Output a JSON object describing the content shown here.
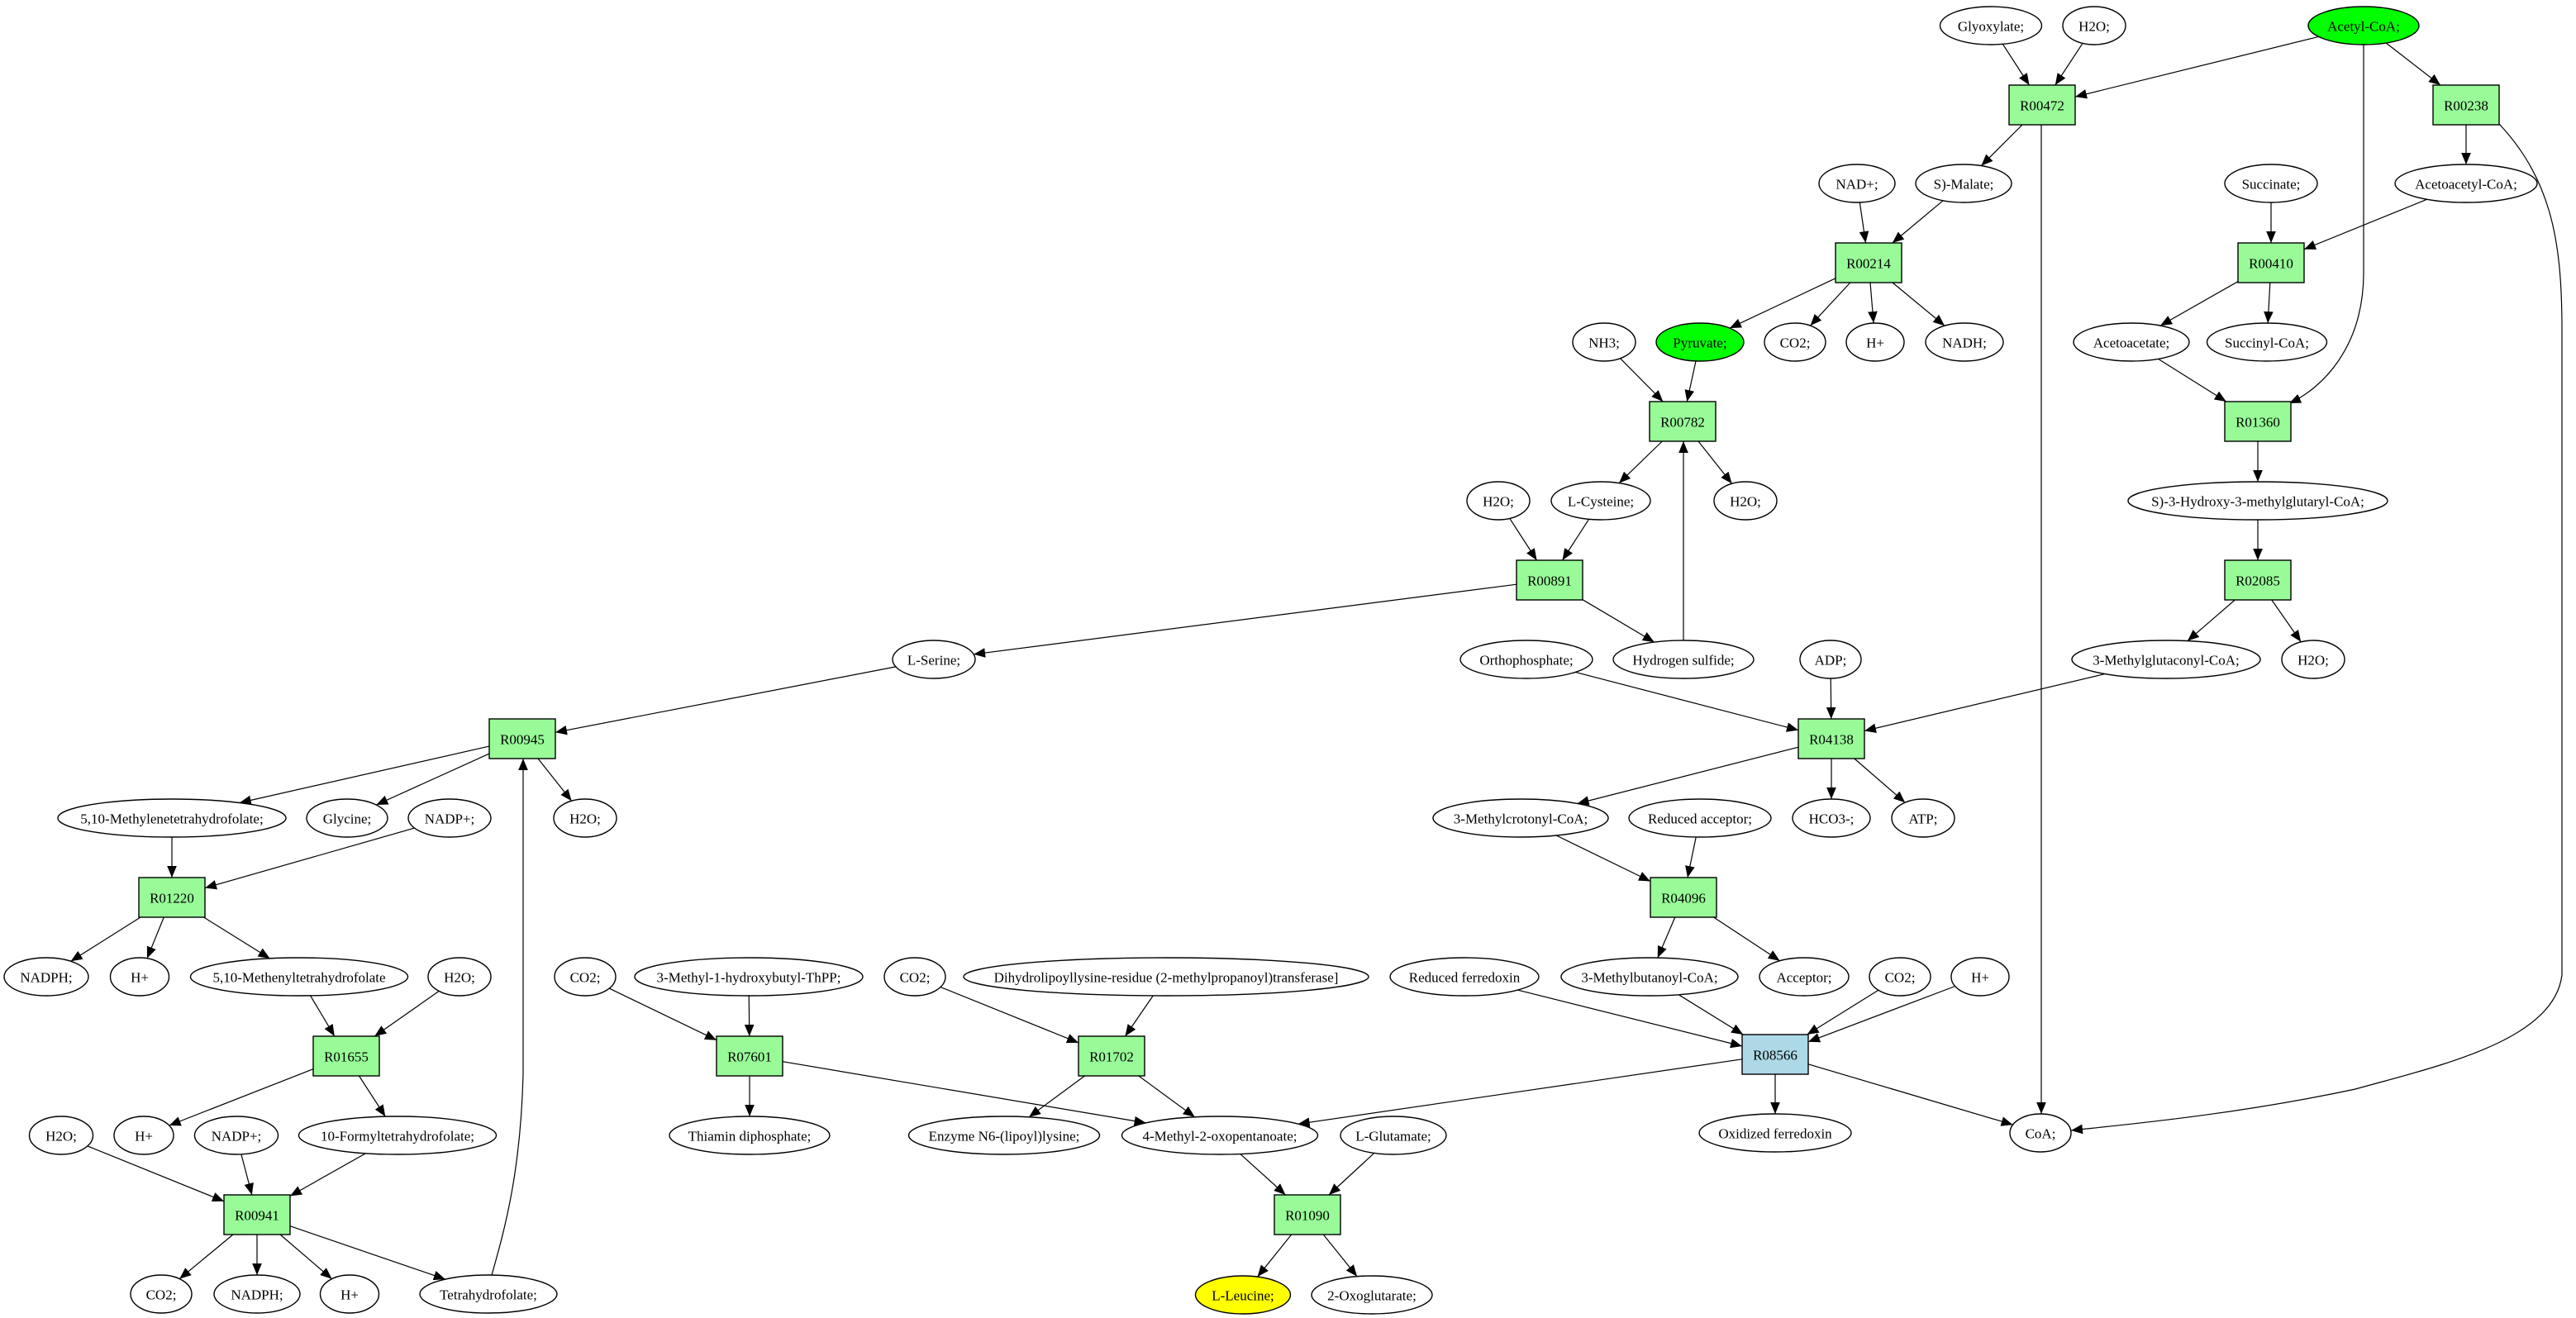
{
  "diagram": {
    "type": "metabolic-pathway-graph",
    "colors": {
      "reaction": "#98fb98",
      "reaction_highlight": "#add8e6",
      "start_compound": "#00ff00",
      "target_compound": "#ffff00",
      "compound": "#ffffff",
      "stroke": "#000000"
    },
    "nodes": [
      {
        "id": "glyoxylate",
        "label": "Glyoxylate;",
        "kind": "compound"
      },
      {
        "id": "h2o_1",
        "label": "H2O;",
        "kind": "compound"
      },
      {
        "id": "acetylcoa",
        "label": "Acetyl-CoA;",
        "kind": "start_compound"
      },
      {
        "id": "R00472",
        "label": "R00472",
        "kind": "reaction"
      },
      {
        "id": "R00238",
        "label": "R00238",
        "kind": "reaction"
      },
      {
        "id": "nadp_top",
        "label": "NAD+;",
        "kind": "compound"
      },
      {
        "id": "smalate",
        "label": "S)-Malate;",
        "kind": "compound"
      },
      {
        "id": "succinate",
        "label": "Succinate;",
        "kind": "compound"
      },
      {
        "id": "acetoacetylcoa",
        "label": "Acetoacetyl-CoA;",
        "kind": "compound"
      },
      {
        "id": "R00214",
        "label": "R00214",
        "kind": "reaction"
      },
      {
        "id": "R00410",
        "label": "R00410",
        "kind": "reaction"
      },
      {
        "id": "nh3",
        "label": "NH3;",
        "kind": "compound"
      },
      {
        "id": "pyruvate",
        "label": "Pyruvate;",
        "kind": "start_compound"
      },
      {
        "id": "co2_1",
        "label": "CO2;",
        "kind": "compound"
      },
      {
        "id": "hplus_1",
        "label": "H+",
        "kind": "compound"
      },
      {
        "id": "nadh",
        "label": "NADH;",
        "kind": "compound"
      },
      {
        "id": "acetoacetate",
        "label": "Acetoacetate;",
        "kind": "compound"
      },
      {
        "id": "succinylcoa",
        "label": "Succinyl-CoA;",
        "kind": "compound"
      },
      {
        "id": "R00782",
        "label": "R00782",
        "kind": "reaction"
      },
      {
        "id": "R01360",
        "label": "R01360",
        "kind": "reaction"
      },
      {
        "id": "h2o_2",
        "label": "H2O;",
        "kind": "compound"
      },
      {
        "id": "lcysteine",
        "label": "L-Cysteine;",
        "kind": "compound"
      },
      {
        "id": "h2o_3",
        "label": "H2O;",
        "kind": "compound"
      },
      {
        "id": "hmgcoa",
        "label": "S)-3-Hydroxy-3-methylglutaryl-CoA;",
        "kind": "compound"
      },
      {
        "id": "R00891",
        "label": "R00891",
        "kind": "reaction"
      },
      {
        "id": "R02085",
        "label": "R02085",
        "kind": "reaction"
      },
      {
        "id": "lserine",
        "label": "L-Serine;",
        "kind": "compound"
      },
      {
        "id": "orthophosphate",
        "label": "Orthophosphate;",
        "kind": "compound"
      },
      {
        "id": "h2s",
        "label": "Hydrogen sulfide;",
        "kind": "compound"
      },
      {
        "id": "adp",
        "label": "ADP;",
        "kind": "compound"
      },
      {
        "id": "mglutaconylcoa",
        "label": "3-Methylglutaconyl-CoA;",
        "kind": "compound"
      },
      {
        "id": "h2o_4",
        "label": "H2O;",
        "kind": "compound"
      },
      {
        "id": "R00945",
        "label": "R00945",
        "kind": "reaction"
      },
      {
        "id": "R04138",
        "label": "R04138",
        "kind": "reaction"
      },
      {
        "id": "methylenethf",
        "label": "5,10-Methylenetetrahydrofolate;",
        "kind": "compound"
      },
      {
        "id": "glycine",
        "label": "Glycine;",
        "kind": "compound"
      },
      {
        "id": "nadpplus_1",
        "label": "NADP+;",
        "kind": "compound"
      },
      {
        "id": "h2o_5",
        "label": "H2O;",
        "kind": "compound"
      },
      {
        "id": "mcrotonylcoa",
        "label": "3-Methylcrotonyl-CoA;",
        "kind": "compound"
      },
      {
        "id": "redacceptor",
        "label": "Reduced acceptor;",
        "kind": "compound"
      },
      {
        "id": "hco3",
        "label": "HCO3-;",
        "kind": "compound"
      },
      {
        "id": "atp",
        "label": "ATP;",
        "kind": "compound"
      },
      {
        "id": "R01220",
        "label": "R01220",
        "kind": "reaction"
      },
      {
        "id": "R04096",
        "label": "R04096",
        "kind": "reaction"
      },
      {
        "id": "nadph_1",
        "label": "NADPH;",
        "kind": "compound"
      },
      {
        "id": "hplus_2",
        "label": "H+",
        "kind": "compound"
      },
      {
        "id": "methenylthf",
        "label": "5,10-Methenyltetrahydrofolate",
        "kind": "compound"
      },
      {
        "id": "h2o_6",
        "label": "H2O;",
        "kind": "compound"
      },
      {
        "id": "co2_2",
        "label": "CO2;",
        "kind": "compound"
      },
      {
        "id": "mhbthpp",
        "label": "3-Methyl-1-hydroxybutyl-ThPP;",
        "kind": "compound"
      },
      {
        "id": "co2_3",
        "label": "CO2;",
        "kind": "compound"
      },
      {
        "id": "dihydrolipoyl",
        "label": "Dihydrolipoyllysine-residue (2-methylpropanoyl)transferase]",
        "kind": "compound"
      },
      {
        "id": "redferredoxin",
        "label": "Reduced ferredoxin",
        "kind": "compound"
      },
      {
        "id": "mbutanoylcoa",
        "label": "3-Methylbutanoyl-CoA;",
        "kind": "compound"
      },
      {
        "id": "acceptor",
        "label": "Acceptor;",
        "kind": "compound"
      },
      {
        "id": "co2_4",
        "label": "CO2;",
        "kind": "compound"
      },
      {
        "id": "hplus_3",
        "label": "H+",
        "kind": "compound"
      },
      {
        "id": "R01655",
        "label": "R01655",
        "kind": "reaction"
      },
      {
        "id": "R07601",
        "label": "R07601",
        "kind": "reaction"
      },
      {
        "id": "R01702",
        "label": "R01702",
        "kind": "reaction"
      },
      {
        "id": "R08566",
        "label": "R08566",
        "kind": "reaction_highlight"
      },
      {
        "id": "h2o_7",
        "label": "H2O;",
        "kind": "compound"
      },
      {
        "id": "hplus_4",
        "label": "H+",
        "kind": "compound"
      },
      {
        "id": "nadpplus_2",
        "label": "NADP+;",
        "kind": "compound"
      },
      {
        "id": "formylthf",
        "label": "10-Formyltetrahydrofolate;",
        "kind": "compound"
      },
      {
        "id": "thiamindp",
        "label": "Thiamin diphosphate;",
        "kind": "compound"
      },
      {
        "id": "enzymen6",
        "label": "Enzyme N6-(lipoyl)lysine;",
        "kind": "compound"
      },
      {
        "id": "mopentanoate",
        "label": "4-Methyl-2-oxopentanoate;",
        "kind": "compound"
      },
      {
        "id": "lglutamate",
        "label": "L-Glutamate;",
        "kind": "compound"
      },
      {
        "id": "oxferredoxin",
        "label": "Oxidized ferredoxin",
        "kind": "compound"
      },
      {
        "id": "coa",
        "label": "CoA;",
        "kind": "compound"
      },
      {
        "id": "R00941",
        "label": "R00941",
        "kind": "reaction"
      },
      {
        "id": "R01090",
        "label": "R01090",
        "kind": "reaction"
      },
      {
        "id": "co2_5",
        "label": "CO2;",
        "kind": "compound"
      },
      {
        "id": "nadph_2",
        "label": "NADPH;",
        "kind": "compound"
      },
      {
        "id": "hplus_5",
        "label": "H+",
        "kind": "compound"
      },
      {
        "id": "thf",
        "label": "Tetrahydrofolate;",
        "kind": "compound"
      },
      {
        "id": "lleucine",
        "label": "L-Leucine;",
        "kind": "target_compound"
      },
      {
        "id": "oxoglutarate",
        "label": "2-Oxoglutarate;",
        "kind": "compound"
      }
    ],
    "edges": [
      {
        "from": "glyoxylate",
        "to": "R00472"
      },
      {
        "from": "h2o_1",
        "to": "R00472"
      },
      {
        "from": "acetylcoa",
        "to": "R00472"
      },
      {
        "from": "acetylcoa",
        "to": "R00238"
      },
      {
        "from": "acetylcoa",
        "to": "R01360"
      },
      {
        "from": "R00472",
        "to": "smalate"
      },
      {
        "from": "R00472",
        "to": "coa"
      },
      {
        "from": "R00238",
        "to": "acetoacetylcoa"
      },
      {
        "from": "R00238",
        "to": "coa"
      },
      {
        "from": "nadp_top",
        "to": "R00214"
      },
      {
        "from": "smalate",
        "to": "R00214"
      },
      {
        "from": "succinate",
        "to": "R00410"
      },
      {
        "from": "acetoacetylcoa",
        "to": "R00410"
      },
      {
        "from": "R00214",
        "to": "pyruvate"
      },
      {
        "from": "R00214",
        "to": "co2_1"
      },
      {
        "from": "R00214",
        "to": "hplus_1"
      },
      {
        "from": "R00214",
        "to": "nadh"
      },
      {
        "from": "R00410",
        "to": "acetoacetate"
      },
      {
        "from": "R00410",
        "to": "succinylcoa"
      },
      {
        "from": "acetoacetate",
        "to": "R01360"
      },
      {
        "from": "nh3",
        "to": "R00782"
      },
      {
        "from": "pyruvate",
        "to": "R00782"
      },
      {
        "from": "h2s",
        "to": "R00782"
      },
      {
        "from": "R00782",
        "to": "lcysteine"
      },
      {
        "from": "R00782",
        "to": "h2o_3"
      },
      {
        "from": "R01360",
        "to": "hmgcoa"
      },
      {
        "from": "hmgcoa",
        "to": "R02085"
      },
      {
        "from": "h2o_2",
        "to": "R00891"
      },
      {
        "from": "lcysteine",
        "to": "R00891"
      },
      {
        "from": "R00891",
        "to": "lserine"
      },
      {
        "from": "R00891",
        "to": "h2s"
      },
      {
        "from": "R02085",
        "to": "mglutaconylcoa"
      },
      {
        "from": "R02085",
        "to": "h2o_4"
      },
      {
        "from": "lserine",
        "to": "R00945"
      },
      {
        "from": "thf",
        "to": "R00945"
      },
      {
        "from": "orthophosphate",
        "to": "R04138"
      },
      {
        "from": "adp",
        "to": "R04138"
      },
      {
        "from": "mglutaconylcoa",
        "to": "R04138"
      },
      {
        "from": "R00945",
        "to": "methylenethf"
      },
      {
        "from": "R00945",
        "to": "glycine"
      },
      {
        "from": "R00945",
        "to": "h2o_5"
      },
      {
        "from": "R04138",
        "to": "mcrotonylcoa"
      },
      {
        "from": "R04138",
        "to": "hco3"
      },
      {
        "from": "R04138",
        "to": "atp"
      },
      {
        "from": "methylenethf",
        "to": "R01220"
      },
      {
        "from": "nadpplus_1",
        "to": "R01220"
      },
      {
        "from": "mcrotonylcoa",
        "to": "R04096"
      },
      {
        "from": "redacceptor",
        "to": "R04096"
      },
      {
        "from": "R01220",
        "to": "nadph_1"
      },
      {
        "from": "R01220",
        "to": "hplus_2"
      },
      {
        "from": "R01220",
        "to": "methenylthf"
      },
      {
        "from": "R04096",
        "to": "mbutanoylcoa"
      },
      {
        "from": "R04096",
        "to": "acceptor"
      },
      {
        "from": "methenylthf",
        "to": "R01655"
      },
      {
        "from": "h2o_6",
        "to": "R01655"
      },
      {
        "from": "co2_2",
        "to": "R07601"
      },
      {
        "from": "mhbthpp",
        "to": "R07601"
      },
      {
        "from": "co2_3",
        "to": "R01702"
      },
      {
        "from": "dihydrolipoyl",
        "to": "R01702"
      },
      {
        "from": "redferredoxin",
        "to": "R08566"
      },
      {
        "from": "mbutanoylcoa",
        "to": "R08566"
      },
      {
        "from": "co2_4",
        "to": "R08566"
      },
      {
        "from": "hplus_3",
        "to": "R08566"
      },
      {
        "from": "R01655",
        "to": "hplus_4"
      },
      {
        "from": "R01655",
        "to": "formylthf"
      },
      {
        "from": "R07601",
        "to": "thiamindp"
      },
      {
        "from": "R07601",
        "to": "mopentanoate"
      },
      {
        "from": "R01702",
        "to": "enzymen6"
      },
      {
        "from": "R01702",
        "to": "mopentanoate"
      },
      {
        "from": "R08566",
        "to": "mopentanoate"
      },
      {
        "from": "R08566",
        "to": "oxferredoxin"
      },
      {
        "from": "R08566",
        "to": "coa"
      },
      {
        "from": "h2o_7",
        "to": "R00941"
      },
      {
        "from": "nadpplus_2",
        "to": "R00941"
      },
      {
        "from": "formylthf",
        "to": "R00941"
      },
      {
        "from": "mopentanoate",
        "to": "R01090"
      },
      {
        "from": "lglutamate",
        "to": "R01090"
      },
      {
        "from": "R00941",
        "to": "co2_5"
      },
      {
        "from": "R00941",
        "to": "nadph_2"
      },
      {
        "from": "R00941",
        "to": "hplus_5"
      },
      {
        "from": "R00941",
        "to": "thf"
      },
      {
        "from": "R01090",
        "to": "lleucine"
      },
      {
        "from": "R01090",
        "to": "oxoglutarate"
      }
    ]
  }
}
